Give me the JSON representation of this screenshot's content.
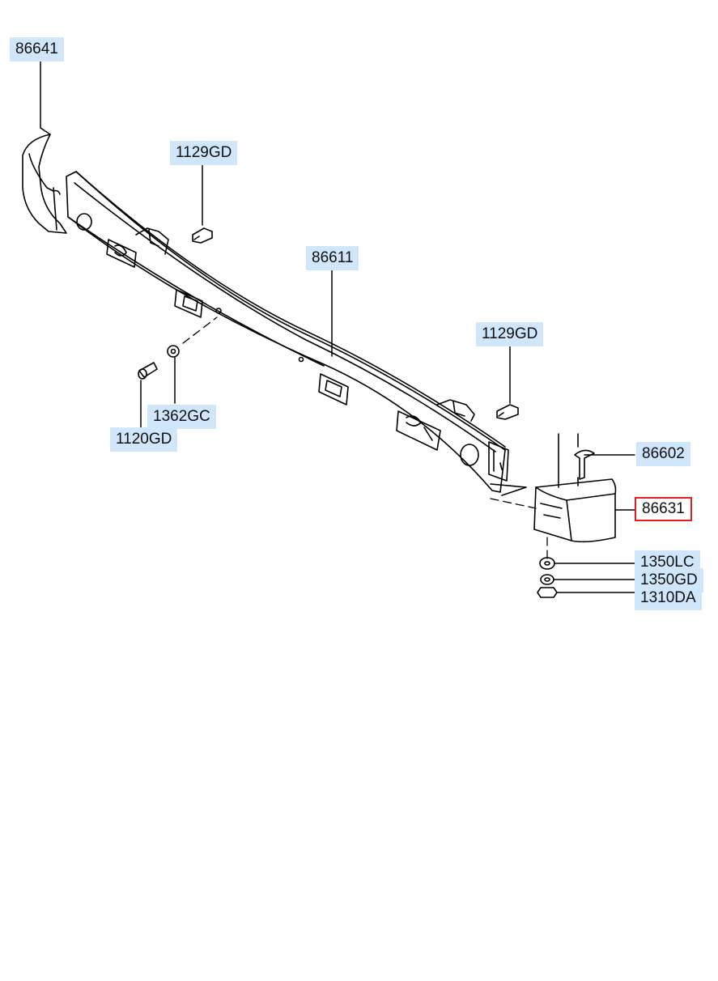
{
  "parts": [
    {
      "id": "p1",
      "number": "86641"
    },
    {
      "id": "p2",
      "number": "1129GD"
    },
    {
      "id": "p3",
      "number": "86611"
    },
    {
      "id": "p4",
      "number": "1129GD"
    },
    {
      "id": "p5",
      "number": "1362GC"
    },
    {
      "id": "p6",
      "number": "1120GD"
    },
    {
      "id": "p7",
      "number": "86602"
    },
    {
      "id": "p8",
      "number": "86631",
      "highlighted": true
    },
    {
      "id": "p9",
      "number": "1350LC"
    },
    {
      "id": "p10",
      "number": "1350GD"
    },
    {
      "id": "p11",
      "number": "1310DA"
    }
  ],
  "colors": {
    "label_bg": "#cfe6fb",
    "highlight_border": "#e02020",
    "line": "#000000"
  }
}
